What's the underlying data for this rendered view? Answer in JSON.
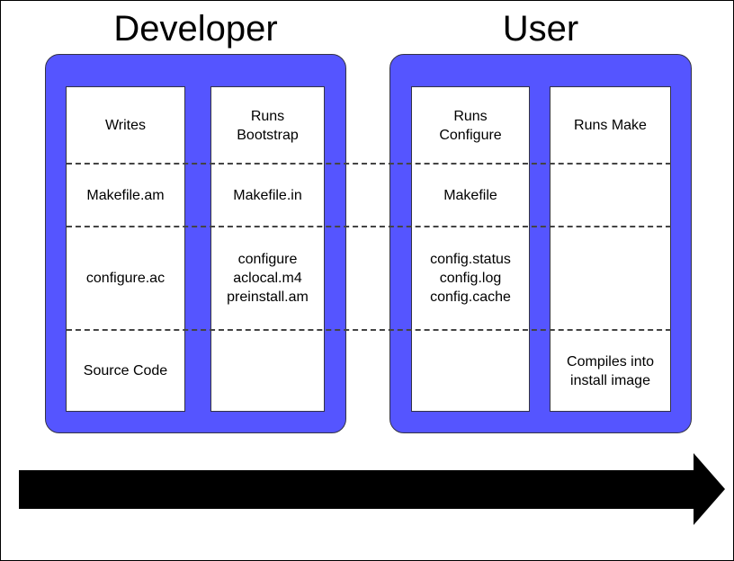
{
  "diagram": {
    "title_developer": "Developer",
    "title_user": "User",
    "accent_color": "#5555FF",
    "line_color": "#444444",
    "arrow_color": "#000000"
  },
  "columns": [
    {
      "key": "developer",
      "label": "Developer",
      "stages": [
        {
          "key": "writes",
          "action": "Writes",
          "rows": [
            "Makefile.am",
            "configure.ac",
            "Source Code"
          ]
        },
        {
          "key": "bootstrap",
          "action": "Runs\nBootstrap",
          "rows": [
            "Makefile.in",
            "configure\naclocal.m4\npreinstall.am",
            ""
          ]
        }
      ]
    },
    {
      "key": "user",
      "label": "User",
      "stages": [
        {
          "key": "configure",
          "action": "Runs\nConfigure",
          "rows": [
            "Makefile",
            "config.status\nconfig.log\nconfig.cache",
            ""
          ]
        },
        {
          "key": "make",
          "action": "Runs Make",
          "rows": [
            "",
            "",
            "Compiles into\ninstall image"
          ]
        }
      ]
    }
  ],
  "arrow": {
    "name": "progression-arrow",
    "direction": "right"
  }
}
